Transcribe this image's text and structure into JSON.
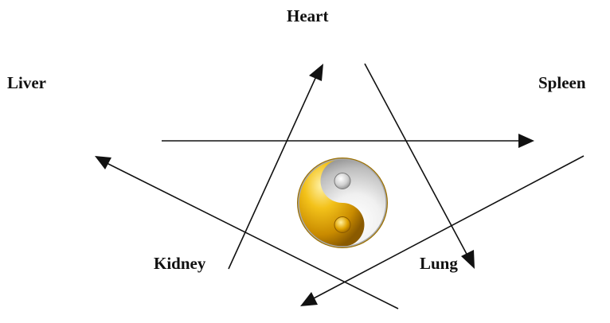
{
  "labels": {
    "heart": "Heart",
    "liver": "Liver",
    "spleen": "Spleen",
    "kidney": "Kidney",
    "lung": "Lung"
  },
  "colors": {
    "line": "#111111",
    "gold": "#e3a600",
    "silver": "#d9d9d9"
  },
  "icon": "yin-yang-icon"
}
